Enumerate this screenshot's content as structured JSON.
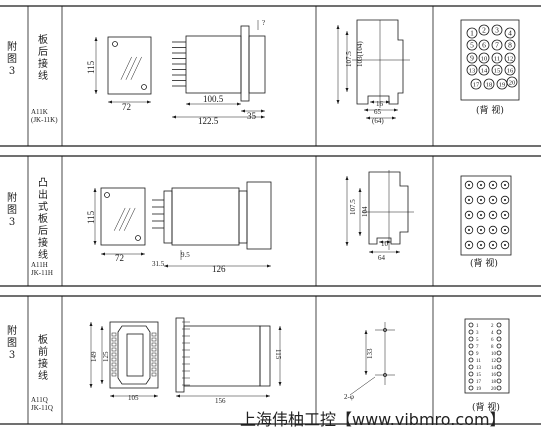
{
  "rows": [
    {
      "label_chars": [
        "附",
        "图",
        "3"
      ],
      "wiring_vertical": "板后接线",
      "model_lines": [
        "A11K",
        "(JK-11K)"
      ],
      "dims": {
        "front_height": "115",
        "front_width": "72",
        "side_length": "100.5",
        "side_total": "122.5",
        "side_depth": "35",
        "cutout_outer": "107.5",
        "cutout_inner": "103(104)",
        "cutout_w1": "16",
        "cutout_w2": "65",
        "cutout_w3": "(64)"
      },
      "pins": [
        "1",
        "2",
        "3",
        "4",
        "5",
        "6",
        "7",
        "8",
        "9",
        "10",
        "11",
        "12",
        "13",
        "14",
        "15",
        "16",
        "17",
        "18",
        "19",
        "20"
      ],
      "rear_view": "(背 视)"
    },
    {
      "label_chars": [
        "附",
        "图",
        "3"
      ],
      "wiring_vertical": "凸出式板后接线",
      "model_lines": [
        "A11H",
        "JK-11H"
      ],
      "dims": {
        "front_height": "115",
        "front_width": "72",
        "side_left": "31.5",
        "side_gap": "9.5",
        "side_total": "126",
        "cutout_outer": "107.5",
        "cutout_inner": "104",
        "cutout_w1": "10",
        "cutout_w2": "64"
      },
      "rear_view": "(背  视)"
    },
    {
      "label_chars": [
        "附",
        "图",
        "3"
      ],
      "wiring_vertical": "板前接线",
      "model_lines": [
        "A11Q",
        "JK-11Q"
      ],
      "dims": {
        "front_outer_height": "149",
        "front_inner_height": "125",
        "front_width": "105",
        "side_height": "115",
        "side_total": "156",
        "hole_spacing": "133",
        "hole_label": "2-φ"
      },
      "pins": [
        "1",
        "2",
        "3",
        "4",
        "5",
        "6",
        "7",
        "8",
        "9",
        "10",
        "11",
        "12",
        "13",
        "14",
        "15",
        "16",
        "17",
        "18",
        "19",
        "20"
      ],
      "rear_view": "(背  视)"
    }
  ],
  "watermark": "上海伟柚工控【www.vibmro.com】"
}
